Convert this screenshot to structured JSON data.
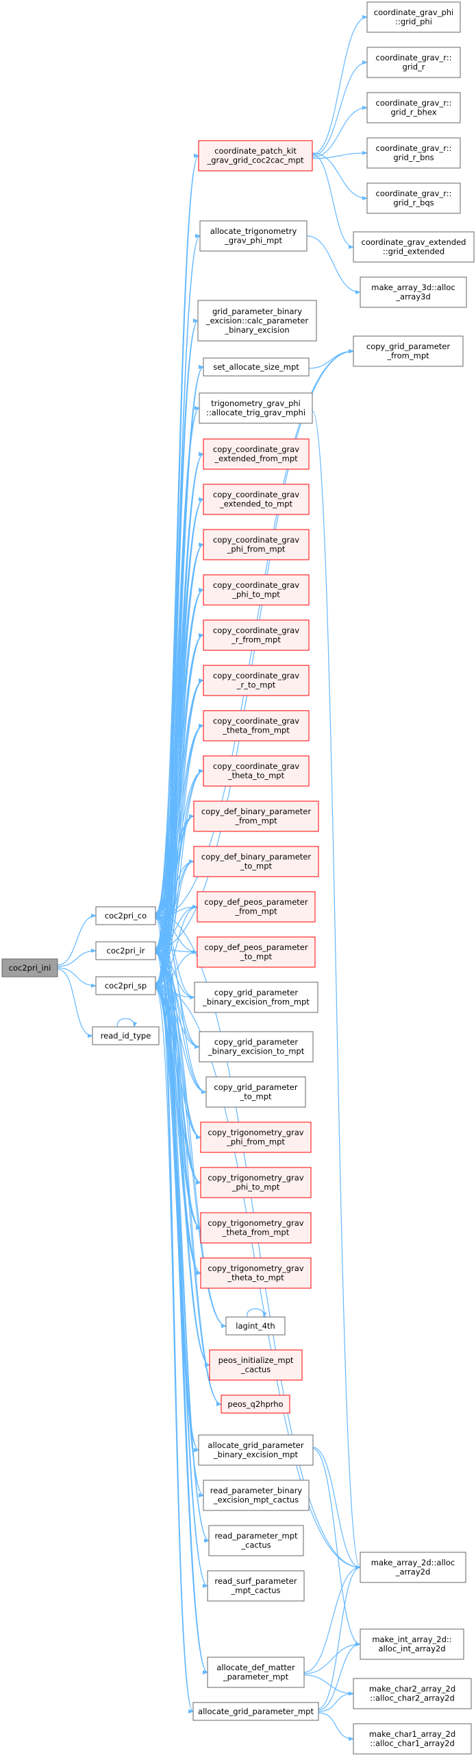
{
  "colors": {
    "edge": "#63b8ff",
    "root_fill": "#a0a0a0",
    "root_border": "#666666",
    "normal_border": "#666666",
    "normal_fill": "#ffffff",
    "link_border": "#ff0000",
    "link_fill": "#fff0f0"
  },
  "nodes": [
    {
      "id": "coc2pri_ini",
      "lines": [
        "coc2pri_ini"
      ],
      "style": "root"
    },
    {
      "id": "coc2pri_co",
      "lines": [
        "coc2pri_co"
      ],
      "style": "normal"
    },
    {
      "id": "coc2pri_ir",
      "lines": [
        "coc2pri_ir"
      ],
      "style": "normal"
    },
    {
      "id": "coc2pri_sp",
      "lines": [
        "coc2pri_sp"
      ],
      "style": "normal"
    },
    {
      "id": "read_id_type",
      "lines": [
        "read_id_type"
      ],
      "style": "normal"
    },
    {
      "id": "cp_kit",
      "lines": [
        "coordinate_patch_kit",
        "_grav_grid_coc2cac_mpt"
      ],
      "style": "link"
    },
    {
      "id": "alloc_trig_phi",
      "lines": [
        "allocate_trigonometry",
        "_grav_phi_mpt"
      ],
      "style": "normal"
    },
    {
      "id": "calc_param_bin",
      "lines": [
        "grid_parameter_binary",
        "_excision::calc_parameter",
        "_binary_excision"
      ],
      "style": "normal"
    },
    {
      "id": "set_alloc_size",
      "lines": [
        "set_allocate_size_mpt"
      ],
      "style": "normal"
    },
    {
      "id": "trig_alloc_mphi",
      "lines": [
        "trigonometry_grav_phi",
        "::allocate_trig_grav_mphi"
      ],
      "style": "normal"
    },
    {
      "id": "c_ext_from",
      "lines": [
        "copy_coordinate_grav",
        "_extended_from_mpt"
      ],
      "style": "link"
    },
    {
      "id": "c_ext_to",
      "lines": [
        "copy_coordinate_grav",
        "_extended_to_mpt"
      ],
      "style": "link"
    },
    {
      "id": "c_phi_from",
      "lines": [
        "copy_coordinate_grav",
        "_phi_from_mpt"
      ],
      "style": "link"
    },
    {
      "id": "c_phi_to",
      "lines": [
        "copy_coordinate_grav",
        "_phi_to_mpt"
      ],
      "style": "link"
    },
    {
      "id": "c_r_from",
      "lines": [
        "copy_coordinate_grav",
        "_r_from_mpt"
      ],
      "style": "link"
    },
    {
      "id": "c_r_to",
      "lines": [
        "copy_coordinate_grav",
        "_r_to_mpt"
      ],
      "style": "link"
    },
    {
      "id": "c_th_from",
      "lines": [
        "copy_coordinate_grav",
        "_theta_from_mpt"
      ],
      "style": "link"
    },
    {
      "id": "c_th_to",
      "lines": [
        "copy_coordinate_grav",
        "_theta_to_mpt"
      ],
      "style": "link"
    },
    {
      "id": "c_dbp_from",
      "lines": [
        "copy_def_binary_parameter",
        "_from_mpt"
      ],
      "style": "link"
    },
    {
      "id": "c_dbp_to",
      "lines": [
        "copy_def_binary_parameter",
        "_to_mpt"
      ],
      "style": "link"
    },
    {
      "id": "c_dpp_from",
      "lines": [
        "copy_def_peos_parameter",
        "_from_mpt"
      ],
      "style": "link"
    },
    {
      "id": "c_dpp_to",
      "lines": [
        "copy_def_peos_parameter",
        "_to_mpt"
      ],
      "style": "link"
    },
    {
      "id": "c_gpbe_from",
      "lines": [
        "copy_grid_parameter",
        "_binary_excision_from_mpt"
      ],
      "style": "normal"
    },
    {
      "id": "c_gpbe_to",
      "lines": [
        "copy_grid_parameter",
        "_binary_excision_to_mpt"
      ],
      "style": "normal"
    },
    {
      "id": "c_gp_to",
      "lines": [
        "copy_grid_parameter",
        "_to_mpt"
      ],
      "style": "normal"
    },
    {
      "id": "c_tphi_from",
      "lines": [
        "copy_trigonometry_grav",
        "_phi_from_mpt"
      ],
      "style": "link"
    },
    {
      "id": "c_tphi_to",
      "lines": [
        "copy_trigonometry_grav",
        "_phi_to_mpt"
      ],
      "style": "link"
    },
    {
      "id": "c_tth_from",
      "lines": [
        "copy_trigonometry_grav",
        "_theta_from_mpt"
      ],
      "style": "link"
    },
    {
      "id": "c_tth_to",
      "lines": [
        "copy_trigonometry_grav",
        "_theta_to_mpt"
      ],
      "style": "link"
    },
    {
      "id": "lagint_4th",
      "lines": [
        "lagint_4th"
      ],
      "style": "normal"
    },
    {
      "id": "peos_init",
      "lines": [
        "peos_initialize_mpt",
        "_cactus"
      ],
      "style": "link"
    },
    {
      "id": "peos_q2hprho",
      "lines": [
        "peos_q2hprho"
      ],
      "style": "link"
    },
    {
      "id": "alloc_gpbe",
      "lines": [
        "allocate_grid_parameter",
        "_binary_excision_mpt"
      ],
      "style": "normal"
    },
    {
      "id": "read_pbe",
      "lines": [
        "read_parameter_binary",
        "_excision_mpt_cactus"
      ],
      "style": "normal"
    },
    {
      "id": "read_pm",
      "lines": [
        "read_parameter_mpt",
        "_cactus"
      ],
      "style": "normal"
    },
    {
      "id": "read_surf",
      "lines": [
        "read_surf_parameter",
        "_mpt_cactus"
      ],
      "style": "normal"
    },
    {
      "id": "alloc_dm",
      "lines": [
        "allocate_def_matter",
        "_parameter_mpt"
      ],
      "style": "normal"
    },
    {
      "id": "alloc_gp",
      "lines": [
        "allocate_grid_parameter_mpt"
      ],
      "style": "normal"
    },
    {
      "id": "cg_phi",
      "lines": [
        "coordinate_grav_phi",
        "::grid_phi"
      ],
      "style": "normal"
    },
    {
      "id": "cg_r",
      "lines": [
        "coordinate_grav_r::",
        "grid_r"
      ],
      "style": "normal"
    },
    {
      "id": "cg_rbhex",
      "lines": [
        "coordinate_grav_r::",
        "grid_r_bhex"
      ],
      "style": "normal"
    },
    {
      "id": "cg_rbns",
      "lines": [
        "coordinate_grav_r::",
        "grid_r_bns"
      ],
      "style": "normal"
    },
    {
      "id": "cg_rbqs",
      "lines": [
        "coordinate_grav_r::",
        "grid_r_bqs"
      ],
      "style": "normal"
    },
    {
      "id": "cg_ext",
      "lines": [
        "coordinate_grav_extended",
        "::grid_extended"
      ],
      "style": "normal"
    },
    {
      "id": "ma3d",
      "lines": [
        "make_array_3d::alloc",
        "_array3d"
      ],
      "style": "normal"
    },
    {
      "id": "cgp_from",
      "lines": [
        "copy_grid_parameter",
        "_from_mpt"
      ],
      "style": "normal"
    },
    {
      "id": "ma2d",
      "lines": [
        "make_array_2d::alloc",
        "_array2d"
      ],
      "style": "normal"
    },
    {
      "id": "mia2d",
      "lines": [
        "make_int_array_2d::",
        "alloc_int_array2d"
      ],
      "style": "normal"
    },
    {
      "id": "mc2a2d",
      "lines": [
        "make_char2_array_2d",
        "::alloc_char2_array2d"
      ],
      "style": "normal"
    },
    {
      "id": "mc1a2d",
      "lines": [
        "make_char1_array_2d",
        "::alloc_char1_array2d"
      ],
      "style": "normal"
    }
  ]
}
